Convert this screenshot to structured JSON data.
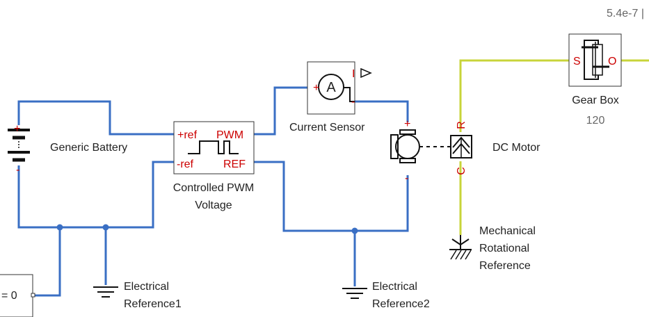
{
  "status": {
    "sim_time": "5.4e-7 |"
  },
  "blocks": {
    "battery": {
      "label": "Generic Battery",
      "pos_port": "+",
      "neg_port": "-"
    },
    "pwm": {
      "label_line1": "Controlled PWM",
      "label_line2": "Voltage",
      "port_ref_pos": "+ref",
      "port_ref_neg": "-ref",
      "port_pwm": "PWM",
      "port_ref": "REF"
    },
    "current_sensor": {
      "label": "Current Sensor",
      "meter_symbol": "A",
      "port_i": "I",
      "port_plus": "+",
      "port_minus": "-"
    },
    "dc_motor": {
      "label": "DC Motor",
      "port_plus": "+",
      "port_minus": "-",
      "port_r": "R",
      "port_c": "C"
    },
    "gear_box": {
      "label": "Gear Box",
      "param": "120",
      "port_s": "S",
      "port_o": "O"
    },
    "mech_ref": {
      "label_line1": "Mechanical",
      "label_line2": "Rotational",
      "label_line3": "Reference"
    },
    "elec_ref1": {
      "label_line1": "Electrical",
      "label_line2": "Reference1"
    },
    "elec_ref2": {
      "label_line1": "Electrical",
      "label_line2": "Reference2"
    },
    "constant": {
      "text": "= 0"
    }
  },
  "colors": {
    "electrical_wire": "#3a6fc4",
    "mechanical_wire": "#c8d43a",
    "port_text": "#cc0000"
  }
}
